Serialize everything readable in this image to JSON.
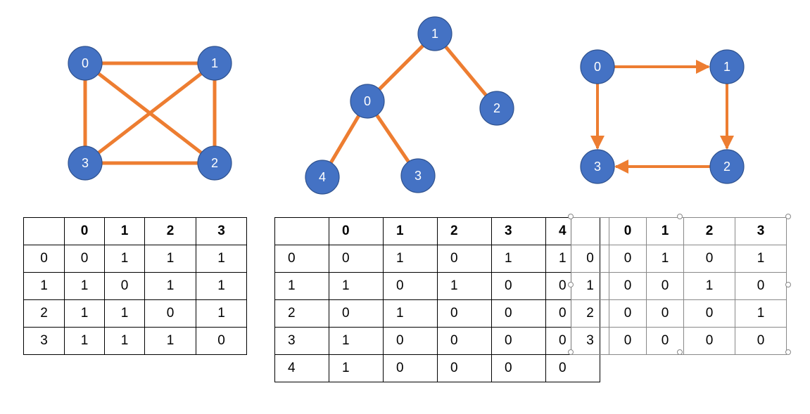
{
  "colors": {
    "node": "#4472c4",
    "node_stroke": "#2f528f",
    "edge": "#ed7d31"
  },
  "graphs": [
    {
      "id": "g1",
      "directed": false,
      "nodes": [
        {
          "id": "0",
          "label": "0"
        },
        {
          "id": "1",
          "label": "1"
        },
        {
          "id": "2",
          "label": "2"
        },
        {
          "id": "3",
          "label": "3"
        }
      ],
      "edges": [
        [
          "0",
          "1"
        ],
        [
          "0",
          "3"
        ],
        [
          "0",
          "2"
        ],
        [
          "1",
          "2"
        ],
        [
          "1",
          "3"
        ],
        [
          "3",
          "2"
        ]
      ]
    },
    {
      "id": "g2",
      "directed": false,
      "nodes": [
        {
          "id": "1",
          "label": "1"
        },
        {
          "id": "0",
          "label": "0"
        },
        {
          "id": "2",
          "label": "2"
        },
        {
          "id": "4",
          "label": "4"
        },
        {
          "id": "3",
          "label": "3"
        }
      ],
      "edges": [
        [
          "1",
          "0"
        ],
        [
          "1",
          "2"
        ],
        [
          "0",
          "4"
        ],
        [
          "0",
          "3"
        ]
      ]
    },
    {
      "id": "g3",
      "directed": true,
      "nodes": [
        {
          "id": "0",
          "label": "0"
        },
        {
          "id": "1",
          "label": "1"
        },
        {
          "id": "3",
          "label": "3"
        },
        {
          "id": "2",
          "label": "2"
        }
      ],
      "edges": [
        [
          "0",
          "1"
        ],
        [
          "0",
          "3"
        ],
        [
          "1",
          "2"
        ],
        [
          "2",
          "3"
        ]
      ]
    }
  ],
  "tables": [
    {
      "header": [
        "",
        "0",
        "1",
        "2",
        "3"
      ],
      "rows": [
        [
          "0",
          "0",
          "1",
          "1",
          "1"
        ],
        [
          "1",
          "1",
          "0",
          "1",
          "1"
        ],
        [
          "2",
          "1",
          "1",
          "0",
          "1"
        ],
        [
          "3",
          "1",
          "1",
          "1",
          "0"
        ]
      ]
    },
    {
      "header": [
        "",
        "0",
        "1",
        "2",
        "3",
        "4"
      ],
      "rows": [
        [
          "0",
          "0",
          "1",
          "0",
          "1",
          "1"
        ],
        [
          "1",
          "1",
          "0",
          "1",
          "0",
          "0"
        ],
        [
          "2",
          "0",
          "1",
          "0",
          "0",
          "0"
        ],
        [
          "3",
          "1",
          "0",
          "0",
          "0",
          "0"
        ],
        [
          "4",
          "1",
          "0",
          "0",
          "0",
          "0"
        ]
      ]
    },
    {
      "header": [
        "",
        "0",
        "1",
        "2",
        "3"
      ],
      "rows": [
        [
          "0",
          "0",
          "1",
          "0",
          "1"
        ],
        [
          "1",
          "0",
          "0",
          "1",
          "0"
        ],
        [
          "2",
          "0",
          "0",
          "0",
          "1"
        ],
        [
          "3",
          "0",
          "0",
          "0",
          "0"
        ]
      ]
    }
  ]
}
